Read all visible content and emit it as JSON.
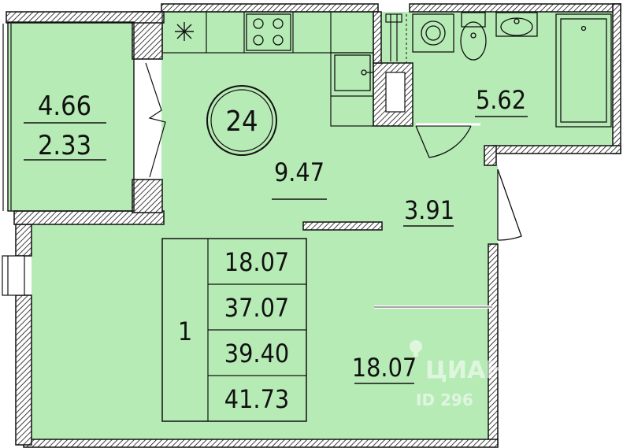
{
  "plan": {
    "balcony": {
      "area_full": "4.66",
      "area_reduced": "2.33"
    },
    "apartment_number": "24",
    "kitchen": {
      "area": "9.47"
    },
    "bathroom": {
      "area": "5.62"
    },
    "hallway": {
      "area": "3.91"
    },
    "living_room": {
      "area": "18.07"
    },
    "summary": {
      "rooms": "1",
      "living_area": "18.07",
      "total_area": "37.07",
      "total_with_reduced_balcony": "39.40",
      "total_with_full_balcony": "41.73"
    },
    "watermark": {
      "brand": "ЦИАН",
      "id_text": "ID 296"
    }
  },
  "colors": {
    "room_fill": "#b7ebb6",
    "wall_hatch": "#111111",
    "background": "#ffffff"
  }
}
